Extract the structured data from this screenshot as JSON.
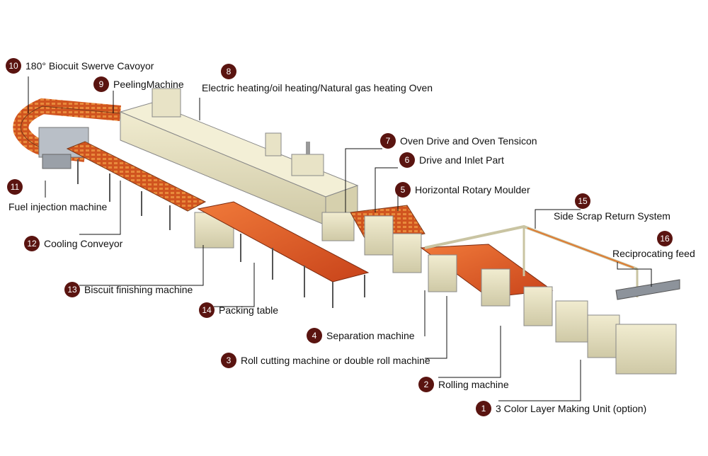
{
  "callouts": [
    {
      "num": "1",
      "text": "3 Color Layer Making Unit (option)"
    },
    {
      "num": "2",
      "text": "Rolling machine"
    },
    {
      "num": "3",
      "text": "Roll cutting machine or double roll machine"
    },
    {
      "num": "4",
      "text": "Separation machine"
    },
    {
      "num": "5",
      "text": "Horizontal Rotary Moulder"
    },
    {
      "num": "6",
      "text": "Drive and Inlet Part"
    },
    {
      "num": "7",
      "text": "Oven Drive and Oven Tensicon"
    },
    {
      "num": "8",
      "text": "Electric heating/oil heating/Natural gas heating Oven"
    },
    {
      "num": "9",
      "text": "PeelingMachine"
    },
    {
      "num": "10",
      "text": "180° Biocuit Swerve Cavoyor"
    },
    {
      "num": "11",
      "text": "Fuel injection machine"
    },
    {
      "num": "12",
      "text": "Cooling Conveyor"
    },
    {
      "num": "13",
      "text": "Biscuit finishing machine"
    },
    {
      "num": "14",
      "text": "Packing table"
    },
    {
      "num": "15",
      "text": "Side Scrap Return System"
    },
    {
      "num": "16",
      "text": "Reciprocating feed"
    }
  ],
  "colors": {
    "badge": "#5a1410",
    "machine_body": "#e9e4c4",
    "conveyor_belt": "#d8501e",
    "steel": "#9aa0a8",
    "leader_line": "#111111"
  }
}
